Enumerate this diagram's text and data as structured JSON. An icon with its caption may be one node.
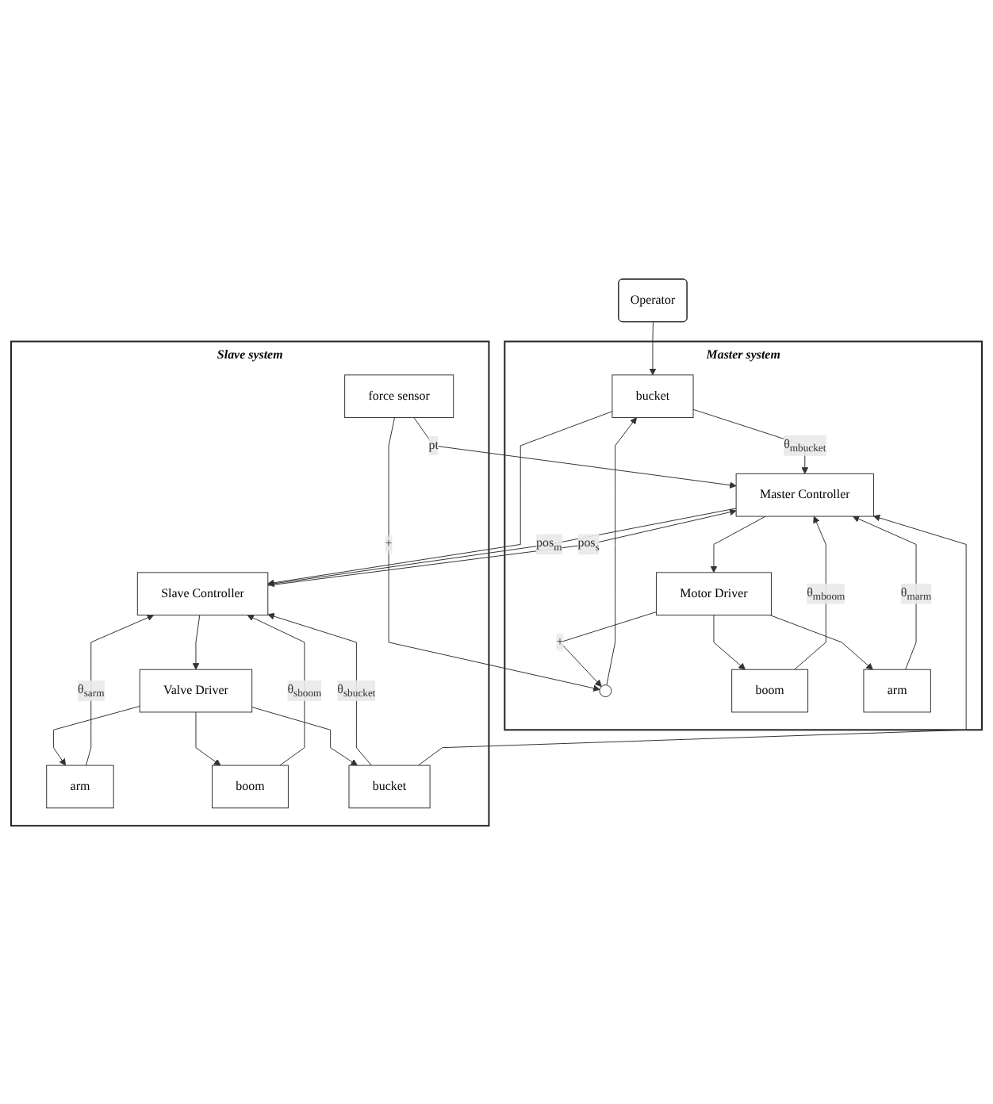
{
  "diagram": {
    "nodes": [
      {
        "text": [
          "Operator"
        ]
      },
      {
        "text": [
          "Master system"
        ]
      },
      {
        "text": [
          "bucket"
        ],
        "in": 1
      },
      {
        "text": [
          "boom"
        ],
        "in": 1
      },
      {
        "text": [
          "arm"
        ],
        "in": 1
      },
      {
        "text": [],
        "shape": "circle",
        "in": 1
      },
      {
        "text": [
          "Motor Driver"
        ],
        "in": 1
      },
      {
        "text": [
          "Master Controller"
        ],
        "in": 1
      },
      {
        "text": [
          "Slave system"
        ]
      },
      {
        "text": [
          "Slave Controller"
        ],
        "in": 8
      },
      {
        "text": [
          "Valve Driver"
        ],
        "in": 8
      },
      {
        "text": [
          "arm"
        ],
        "in": 8
      },
      {
        "text": [
          "boom"
        ],
        "in": 8
      },
      {
        "text": [
          "bucket"
        ],
        "in": 8
      },
      {
        "text": [
          "force sensor"
        ],
        "in": 8
      }
    ],
    "edges": [
      {
        "from": 0,
        "to": 2,
        "arrow": "to"
      },
      {
        "from": 6,
        "to": 5,
        "arrow": "to",
        "label": "+"
      },
      {
        "from": 5,
        "to": 2,
        "arrow": "to"
      },
      {
        "from": 6,
        "to": 3,
        "arrow": "to"
      },
      {
        "from": 6,
        "to": 4,
        "arrow": "to"
      },
      {
        "from": 7,
        "to": 6,
        "arrow": "to"
      },
      {
        "from": 4,
        "to": 7,
        "arrow": "to",
        "label": "θ$_{marm}$"
      },
      {
        "from": 3,
        "to": 7,
        "arrow": "to",
        "label": "θ$_{mboom}$"
      },
      {
        "from": 2,
        "to": 7,
        "arrow": "to",
        "label": "θ$_{mbucket}$"
      },
      {
        "from": 2,
        "to": 9,
        "arrow": "to"
      },
      {
        "from": 7,
        "to": 9,
        "arrow": "to",
        "label": "pos$_{m}$"
      },
      {
        "from": 9,
        "to": 7,
        "arrow": "to",
        "label": "pos$_{s}$"
      },
      {
        "from": 13,
        "to": 9,
        "arrow": "to",
        "label": "θ$_{sbucket}$"
      },
      {
        "from": 13,
        "to": 7,
        "arrow": "to"
      },
      {
        "from": 12,
        "to": 9,
        "arrow": "to",
        "label": "θ$_{sboom}$"
      },
      {
        "from": 11,
        "to": 9,
        "arrow": "to",
        "label": "θ$_{sarm}$"
      },
      {
        "from": 9,
        "to": 10,
        "arrow": "to"
      },
      {
        "from": 10,
        "to": 11,
        "arrow": "to"
      },
      {
        "from": 10,
        "to": 12,
        "arrow": "to"
      },
      {
        "from": 10,
        "to": 13,
        "arrow": "to"
      },
      {
        "from": 14,
        "to": 7,
        "arrow": "to",
        "label": "pt"
      },
      {
        "from": 14,
        "to": 5,
        "arrow": "to",
        "label": "+"
      }
    ]
  }
}
